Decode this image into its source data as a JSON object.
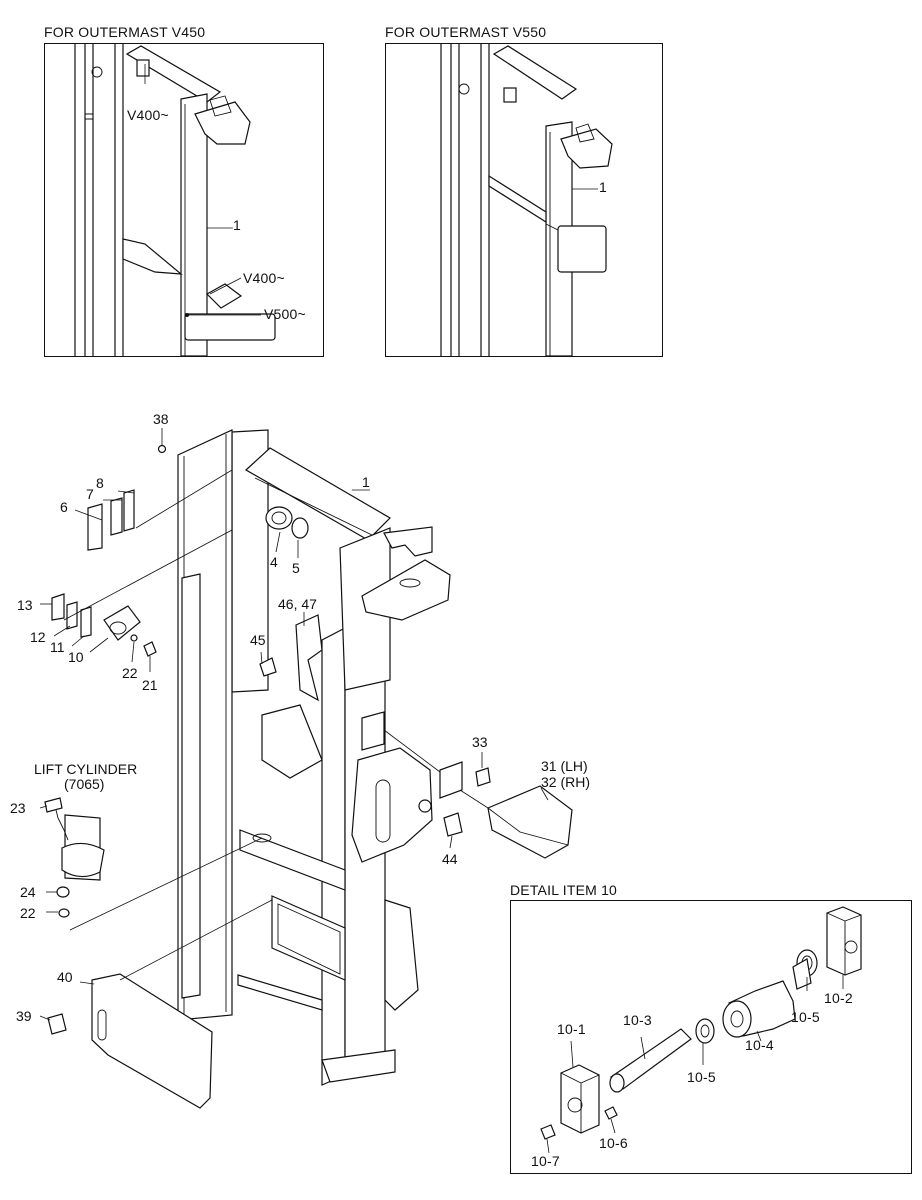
{
  "insets": {
    "v450": {
      "title": "FOR OUTERMAST V450",
      "labels": [
        "V400~",
        "1",
        "V400~",
        "V500~"
      ]
    },
    "v550": {
      "title": "FOR OUTERMAST V550",
      "labels": [
        "1"
      ]
    }
  },
  "main": {
    "callouts": [
      "38",
      "1",
      "8",
      "7",
      "6",
      "4",
      "5",
      "13",
      "12",
      "11",
      "10",
      "22",
      "21",
      "46, 47",
      "45",
      "33",
      "31 (LH)",
      "32 (RH)",
      "44",
      "23",
      "24",
      "22",
      "40",
      "39"
    ],
    "lift_cylinder": {
      "title": "LIFT CYLINDER",
      "code": "(7065)"
    }
  },
  "detail": {
    "title": "DETAIL ITEM 10",
    "labels": [
      "10-2",
      "10-5",
      "10-4",
      "10-3",
      "10-1",
      "10-5",
      "10-6",
      "10-7"
    ]
  }
}
